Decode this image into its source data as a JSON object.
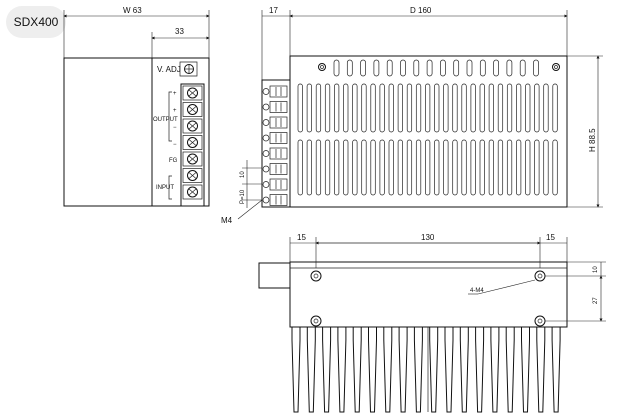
{
  "model": "SDX400",
  "front_view": {
    "width_label": "W 63",
    "sub_width_label": "33",
    "vadj_label": "V. ADJ",
    "output_label": "OUTPUT",
    "fg_label": "FG",
    "input_label": "INPUT",
    "plus": "+",
    "minus": "−"
  },
  "side_view": {
    "terminal_width_label": "17",
    "depth_label": "D 160",
    "height_label": "H 88.5",
    "pitch_label": "P=10",
    "pitch_value": "10",
    "screw_label": "M4"
  },
  "bottom_view": {
    "left_margin": "15",
    "hole_spacing": "130",
    "right_margin": "15",
    "top_offset": "10",
    "hole_vertical_spacing": "27",
    "hole_label": "4-M4"
  }
}
